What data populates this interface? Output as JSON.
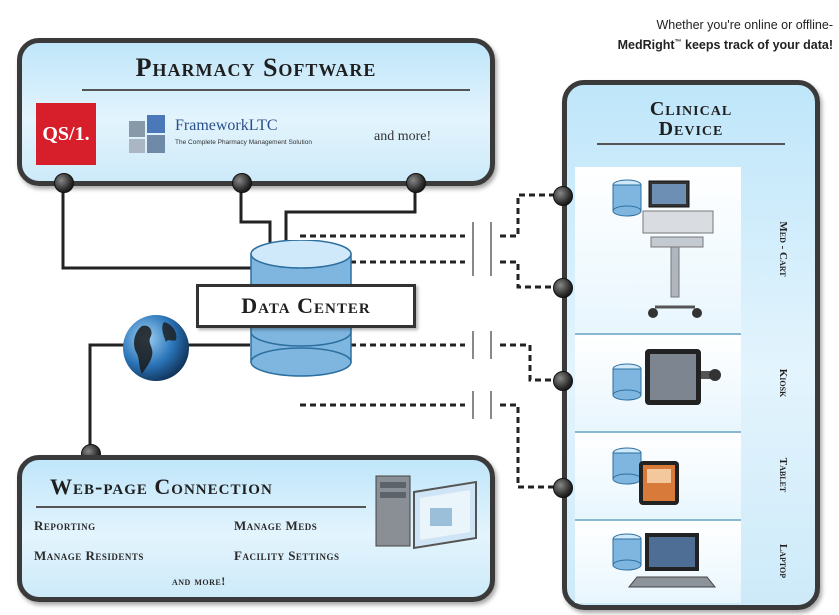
{
  "tagline": {
    "line1": "Whether you're online or offline-",
    "line2_brand": "MedRight",
    "line2_tm": "™",
    "line2_rest": " keeps track of your data!"
  },
  "pharmacy": {
    "title": "Pharmacy Software",
    "qs1_logo": "QS/1.",
    "framework_name": "FrameworkLTC",
    "framework_tagline": "The Complete Pharmacy Management Solution",
    "and_more": "and more!"
  },
  "data_center": {
    "label": "Data Center"
  },
  "clinical": {
    "title_line1": "Clinical",
    "title_line2": "Device",
    "devices": [
      "Med - Cart",
      "Kiosk",
      "Tablet",
      "Laptop"
    ]
  },
  "web": {
    "title": "Web-page Connection",
    "items": [
      "Reporting",
      "Manage Meds",
      "Manage Residents",
      "Facility Settings"
    ],
    "and_more": "and more!"
  },
  "colors": {
    "panel_border": "#3a3a3a",
    "panel_fill": "#cfecfa",
    "qs1_red": "#d71f2b",
    "line": "#222222"
  },
  "icons": [
    "database-icon",
    "globe-icon",
    "computer-icon",
    "med-cart-icon",
    "kiosk-icon",
    "tablet-icon",
    "laptop-icon"
  ]
}
